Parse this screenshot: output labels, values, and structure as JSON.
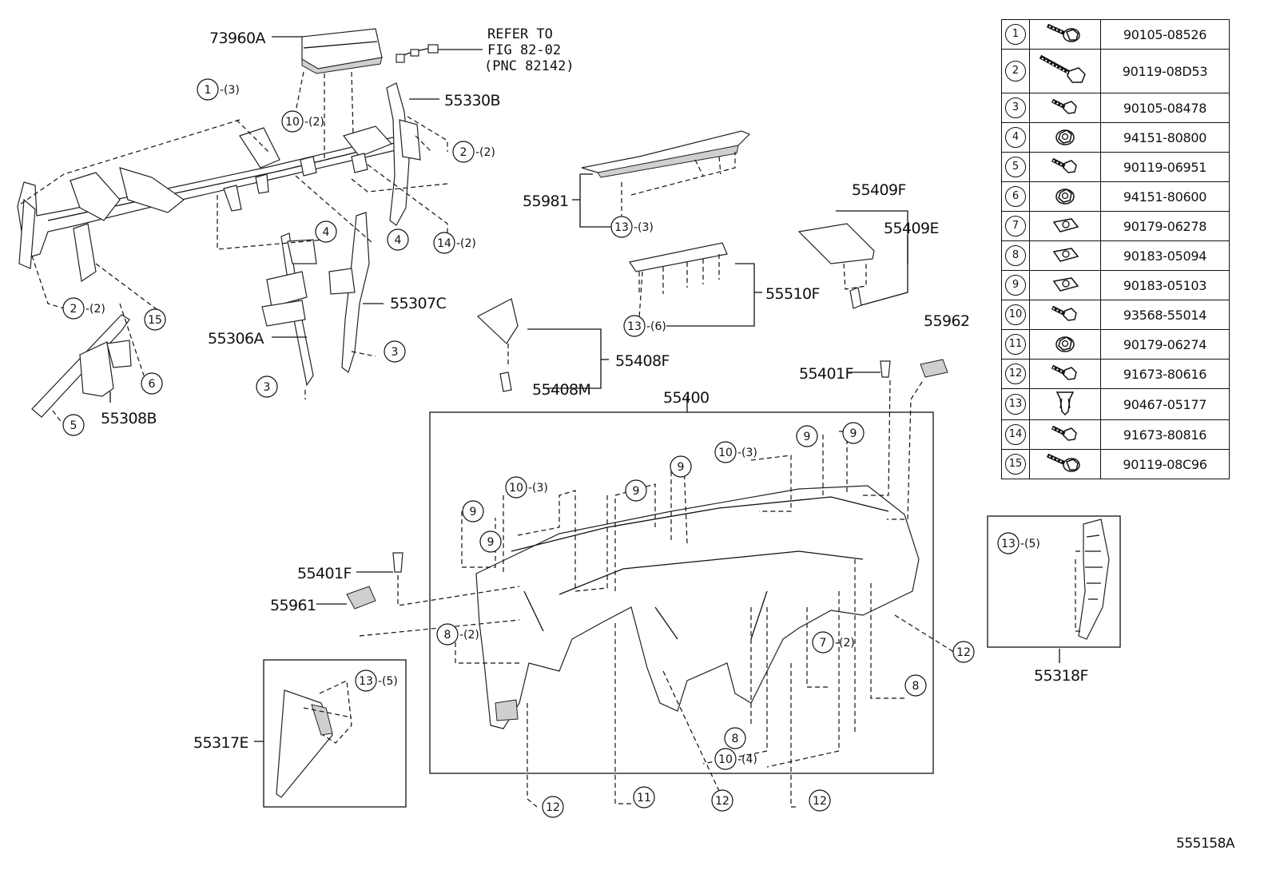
{
  "diagram_code": "555158A",
  "reference": {
    "line1": "REFER TO",
    "line2": "FIG 82-02",
    "line3": "(PNC 82142)"
  },
  "part_labels": {
    "p73960A": "73960A",
    "p55330B": "55330B",
    "p55981": "55981",
    "p55409F": "55409F",
    "p55409E": "55409E",
    "p55510F": "55510F",
    "p55307C": "55307C",
    "p55306A": "55306A",
    "p55308B": "55308B",
    "p55408F": "55408F",
    "p55408M": "55408M",
    "p55962": "55962",
    "p55401F_a": "55401F",
    "p55401F_b": "55401F",
    "p55400": "55400",
    "p55961": "55961",
    "p55318F": "55318F",
    "p55317E": "55317E"
  },
  "callouts": {
    "c1": {
      "n": "1",
      "q": "(3)"
    },
    "c10a": {
      "n": "10",
      "q": "(2)"
    },
    "c2a": {
      "n": "2",
      "q": "(2)"
    },
    "c4a": {
      "n": "4",
      "q": ""
    },
    "c4b": {
      "n": "4",
      "q": ""
    },
    "c14": {
      "n": "14",
      "q": "(2)"
    },
    "c2b": {
      "n": "2",
      "q": "(2)"
    },
    "c15": {
      "n": "15",
      "q": ""
    },
    "c6": {
      "n": "6",
      "q": ""
    },
    "c5": {
      "n": "5",
      "q": ""
    },
    "c3a": {
      "n": "3",
      "q": ""
    },
    "c3b": {
      "n": "3",
      "q": ""
    },
    "c13a": {
      "n": "13",
      "q": "(3)"
    },
    "c13b": {
      "n": "13",
      "q": "(6)"
    },
    "c13c": {
      "n": "13",
      "q": "(5)"
    },
    "c13d": {
      "n": "13",
      "q": "(5)"
    },
    "c10b": {
      "n": "10",
      "q": "(3)"
    },
    "c10c": {
      "n": "10",
      "q": "(3)"
    },
    "c10d": {
      "n": "10",
      "q": "(4)"
    },
    "c9a": {
      "n": "9",
      "q": ""
    },
    "c9b": {
      "n": "9",
      "q": ""
    },
    "c9c": {
      "n": "9",
      "q": ""
    },
    "c9d": {
      "n": "9",
      "q": ""
    },
    "c9e": {
      "n": "9",
      "q": ""
    },
    "c9f": {
      "n": "9",
      "q": ""
    },
    "c8a": {
      "n": "8",
      "q": "(2)"
    },
    "c8b": {
      "n": "8",
      "q": ""
    },
    "c8c": {
      "n": "8",
      "q": ""
    },
    "c7": {
      "n": "7",
      "q": "(2)"
    },
    "c12a": {
      "n": "12",
      "q": ""
    },
    "c12b": {
      "n": "12",
      "q": ""
    },
    "c12c": {
      "n": "12",
      "q": ""
    },
    "c12d": {
      "n": "12",
      "q": ""
    },
    "c11": {
      "n": "11",
      "q": ""
    }
  },
  "fastener_table": [
    {
      "index": "1",
      "icon": "bolt-flange-icon",
      "part_number": "90105-08526"
    },
    {
      "index": "2",
      "icon": "long-bolt-icon",
      "part_number": "90119-08D53"
    },
    {
      "index": "3",
      "icon": "bolt-icon",
      "part_number": "90105-08478"
    },
    {
      "index": "4",
      "icon": "flange-nut-icon",
      "part_number": "94151-80800"
    },
    {
      "index": "5",
      "icon": "bolt-icon",
      "part_number": "90119-06951"
    },
    {
      "index": "6",
      "icon": "flange-nut-icon",
      "part_number": "94151-80600"
    },
    {
      "index": "7",
      "icon": "clip-nut-icon",
      "part_number": "90179-06278"
    },
    {
      "index": "8",
      "icon": "clip-nut-icon",
      "part_number": "90183-05094"
    },
    {
      "index": "9",
      "icon": "clip-nut-icon",
      "part_number": "90183-05103"
    },
    {
      "index": "10",
      "icon": "bolt-icon",
      "part_number": "93568-55014"
    },
    {
      "index": "11",
      "icon": "flange-nut-icon",
      "part_number": "90179-06274"
    },
    {
      "index": "12",
      "icon": "bolt-icon",
      "part_number": "91673-80616"
    },
    {
      "index": "13",
      "icon": "push-clip-icon",
      "part_number": "90467-05177"
    },
    {
      "index": "14",
      "icon": "bolt-icon",
      "part_number": "91673-80816"
    },
    {
      "index": "15",
      "icon": "bolt-flange-icon",
      "part_number": "90119-08C96"
    }
  ]
}
